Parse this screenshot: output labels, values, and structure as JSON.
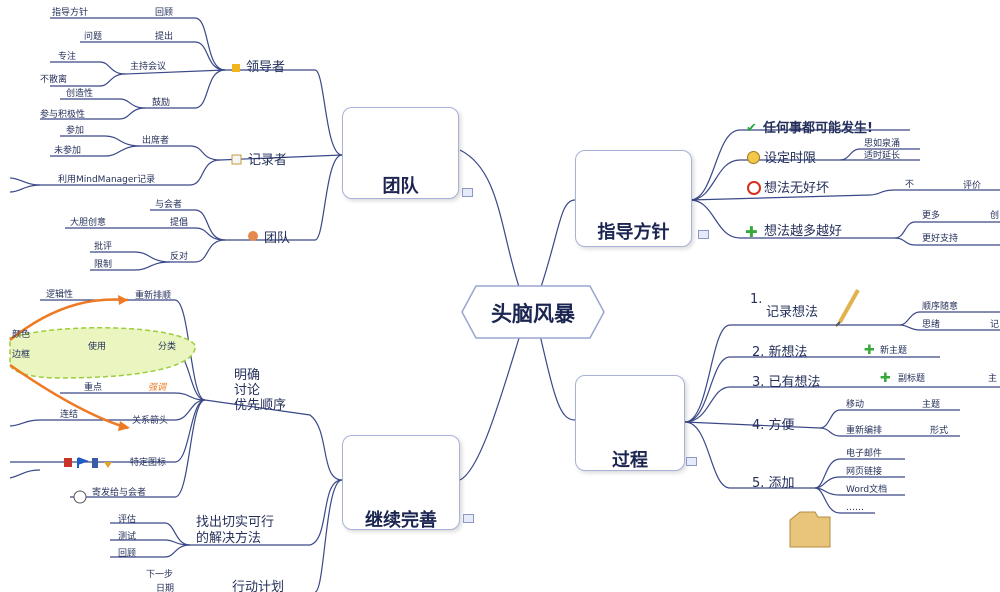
{
  "center": {
    "label": "头脑风暴"
  },
  "team": {
    "label": "团队",
    "leader": {
      "label": "领导者",
      "guide": "指导方针",
      "review": "回顾",
      "problem": "问题",
      "raise": "提出",
      "focus": "专注",
      "no_tangent": "不散离",
      "host": "主持会议",
      "creative": "创造性",
      "active": "参与积极性",
      "encourage": "鼓励"
    },
    "recorder": {
      "label": "记录者",
      "attend": "参加",
      "absent": "未参加",
      "attendance": "出席者",
      "mm": "利用MindManager记录"
    },
    "team_sub": {
      "label": "团队",
      "participants": "与会者",
      "propose": "提倡",
      "bold": "大胆创意",
      "criticize": "批评",
      "restrict": "限制",
      "oppose": "反对"
    }
  },
  "guidelines": {
    "label": "指导方针",
    "anything": "任何事都可能发生!",
    "timebox": {
      "label": "设定时限",
      "a": "思如泉涌",
      "b": "适时延长"
    },
    "no_bad": {
      "label": "想法无好坏",
      "no": "不",
      "judge": "评价"
    },
    "more": {
      "label": "想法越多越好",
      "more": "更多",
      "better": "更好支持",
      "cut": "创"
    }
  },
  "process": {
    "label": "过程",
    "record": {
      "num": "1.",
      "label": "记录想法",
      "order": "顺序随意",
      "thought": "思绪",
      "cut": "记"
    },
    "new_idea": {
      "label": "2. 新想法",
      "topic": "新主题"
    },
    "existing": {
      "label": "3. 已有想法",
      "subtitle": "副标题",
      "cut": "主"
    },
    "convenient": {
      "label": "4. 方便",
      "move": "移动",
      "theme": "主题",
      "rearrange": "重新编排",
      "form": "形式"
    },
    "add": {
      "label": "5. 添加",
      "email": "电子邮件",
      "link": "网页链接",
      "word": "Word文档",
      "etc": "……"
    }
  },
  "refine": {
    "label": "继续完善",
    "clarify": {
      "l1": "明确",
      "l2": "讨论",
      "l3": "优先顺序"
    },
    "logic": "逻辑性",
    "reorder": "重新排顺",
    "color": "颜色",
    "border": "边框",
    "use": "使用",
    "classify": "分类",
    "key": "重点",
    "emphasis": "强调",
    "link": "连结",
    "arrow": "关系箭头",
    "marker": "特定图标",
    "send": "寄发给与会者",
    "feasible": {
      "l1": "找出切实可行",
      "l2": "的解决方法"
    },
    "evaluate": "评估",
    "test": "测试",
    "review": "回顾",
    "next_step": "下一步",
    "cut": "日期",
    "action": "行动计划"
  },
  "colors": {
    "line": "#3a4888",
    "orange": "#ee7a24",
    "green_fill": "#eaf5c0",
    "green_border": "#9ccd3c"
  }
}
